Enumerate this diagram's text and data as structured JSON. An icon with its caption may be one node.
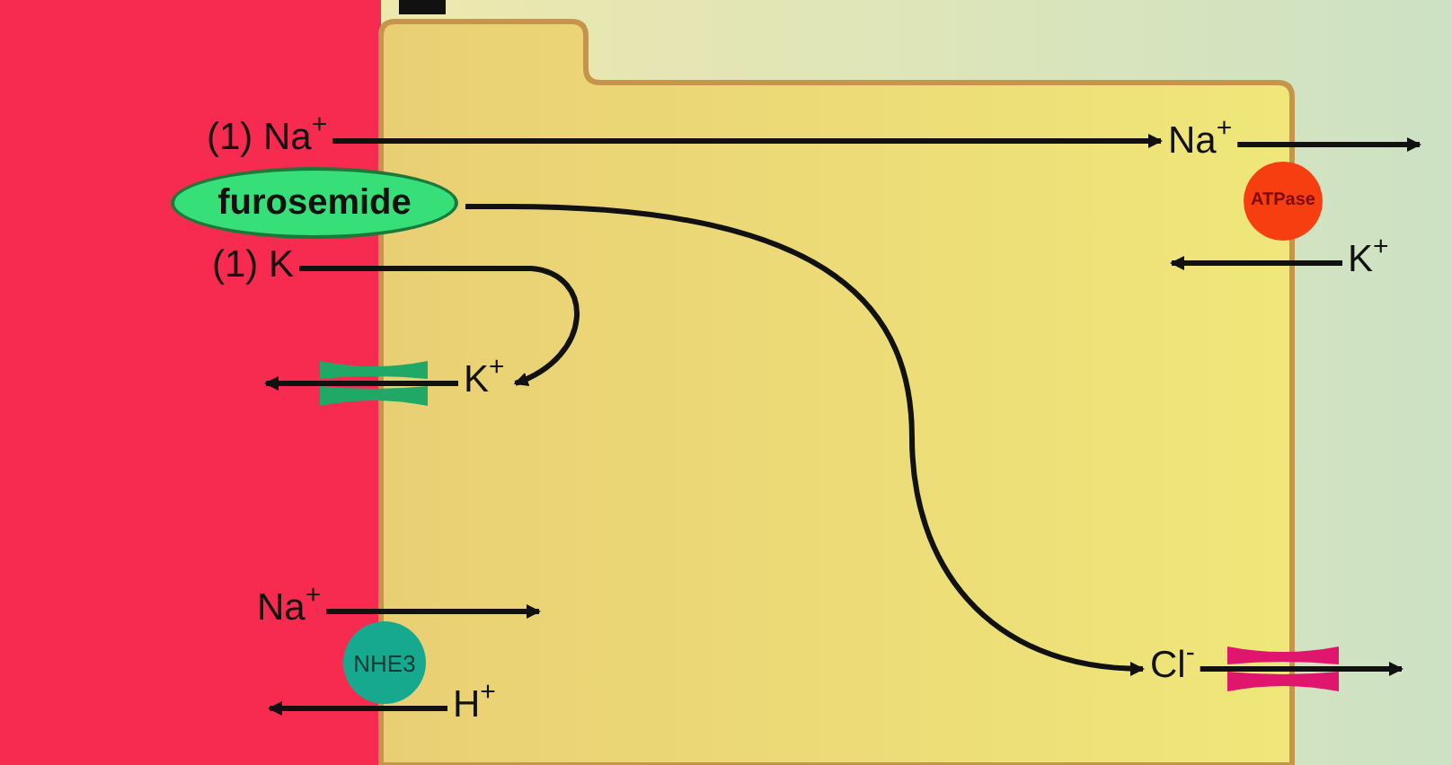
{
  "diagram": {
    "nodes": [
      {
        "text": [
          "(1) Na$^{+}$"
        ]
      },
      {
        "text": [
          "(1) K"
        ]
      },
      {
        "text": [
          "furosemide"
        ]
      },
      {
        "text": [
          "Na$^{+}$"
        ]
      },
      {
        "text": [
          "ATPase"
        ]
      },
      {
        "text": [
          "K$^{+}$"
        ]
      },
      {
        "text": [
          "K$^{+}$"
        ]
      },
      {
        "text": [
          "Na$^{+}$"
        ]
      },
      {
        "text": [
          "NHE3"
        ]
      },
      {
        "text": [
          "H$^{+}$"
        ]
      },
      {
        "text": [
          "Cl$^{-}$"
        ]
      }
    ],
    "edges": [
      {
        "from": 0,
        "to": 3,
        "arrow": "to"
      },
      {
        "from": 2,
        "to": 10,
        "arrow": "to"
      },
      {
        "from": 1,
        "to": 6,
        "arrow": "to"
      },
      {
        "from": 3,
        "to": null,
        "arrow": "to"
      },
      {
        "from": 5,
        "to": null,
        "arrow": "to"
      },
      {
        "from": 6,
        "to": null,
        "arrow": "to"
      },
      {
        "from": 7,
        "to": null,
        "arrow": "to"
      },
      {
        "from": 9,
        "to": null,
        "arrow": "to"
      },
      {
        "from": 10,
        "to": null,
        "arrow": "to"
      }
    ]
  }
}
